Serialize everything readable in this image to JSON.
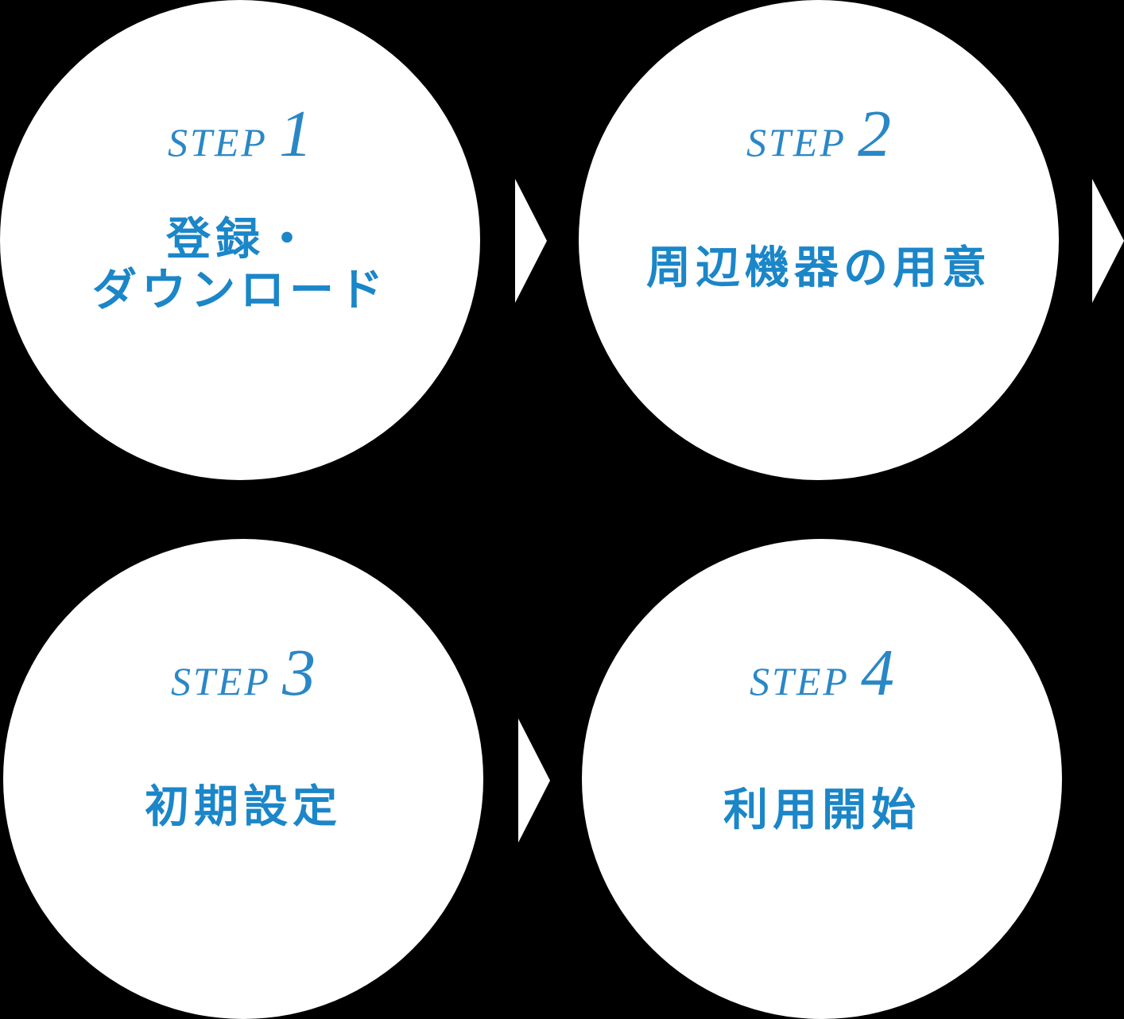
{
  "steps": [
    {
      "step_word": "STEP",
      "number": "1",
      "title": "登録・\nダウンロード"
    },
    {
      "step_word": "STEP",
      "number": "2",
      "title": "周辺機器の用意"
    },
    {
      "step_word": "STEP",
      "number": "3",
      "title": "初期設定"
    },
    {
      "step_word": "STEP",
      "number": "4",
      "title": "利用開始"
    }
  ],
  "colors": {
    "background": "#000000",
    "circle": "#ffffff",
    "accent": "#1b86c8",
    "arrow": "#ffffff"
  },
  "icons": [
    "chevron-right-icon"
  ]
}
